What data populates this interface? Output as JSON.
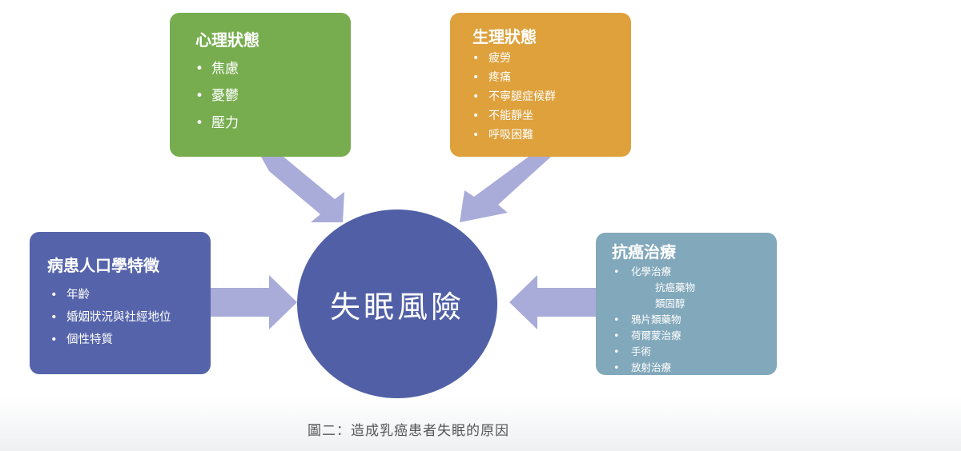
{
  "center": {
    "label": "失眠風險"
  },
  "psychological": {
    "title": "心理狀態",
    "items": [
      "焦慮",
      "憂鬱",
      "壓力"
    ]
  },
  "physiological": {
    "title": "生理狀態",
    "items": [
      "疲勞",
      "疼痛",
      "不寧腿症候群",
      "不能靜坐",
      "呼吸困難"
    ]
  },
  "demographics": {
    "title": "病患人口學特徵",
    "items": [
      "年齡",
      "婚姻狀況與社經地位",
      "個性特質"
    ]
  },
  "treatment": {
    "title": "抗癌治療",
    "items": [
      {
        "label": "化學治療",
        "sub": false
      },
      {
        "label": "抗癌藥物",
        "sub": true
      },
      {
        "label": "類固醇",
        "sub": true
      },
      {
        "label": "鴉片類藥物",
        "sub": false
      },
      {
        "label": "荷爾蒙治療",
        "sub": false
      },
      {
        "label": "手術",
        "sub": false
      },
      {
        "label": "放射治療",
        "sub": false
      }
    ]
  },
  "caption": "圖二：造成乳癌患者失眠的原因",
  "colors": {
    "psychological": "#77ad4f",
    "physiological": "#dea13c",
    "demographics": "#5564aa",
    "treatment": "#82a8bb",
    "center": "#5160a6",
    "arrow": "#a9acd8"
  }
}
